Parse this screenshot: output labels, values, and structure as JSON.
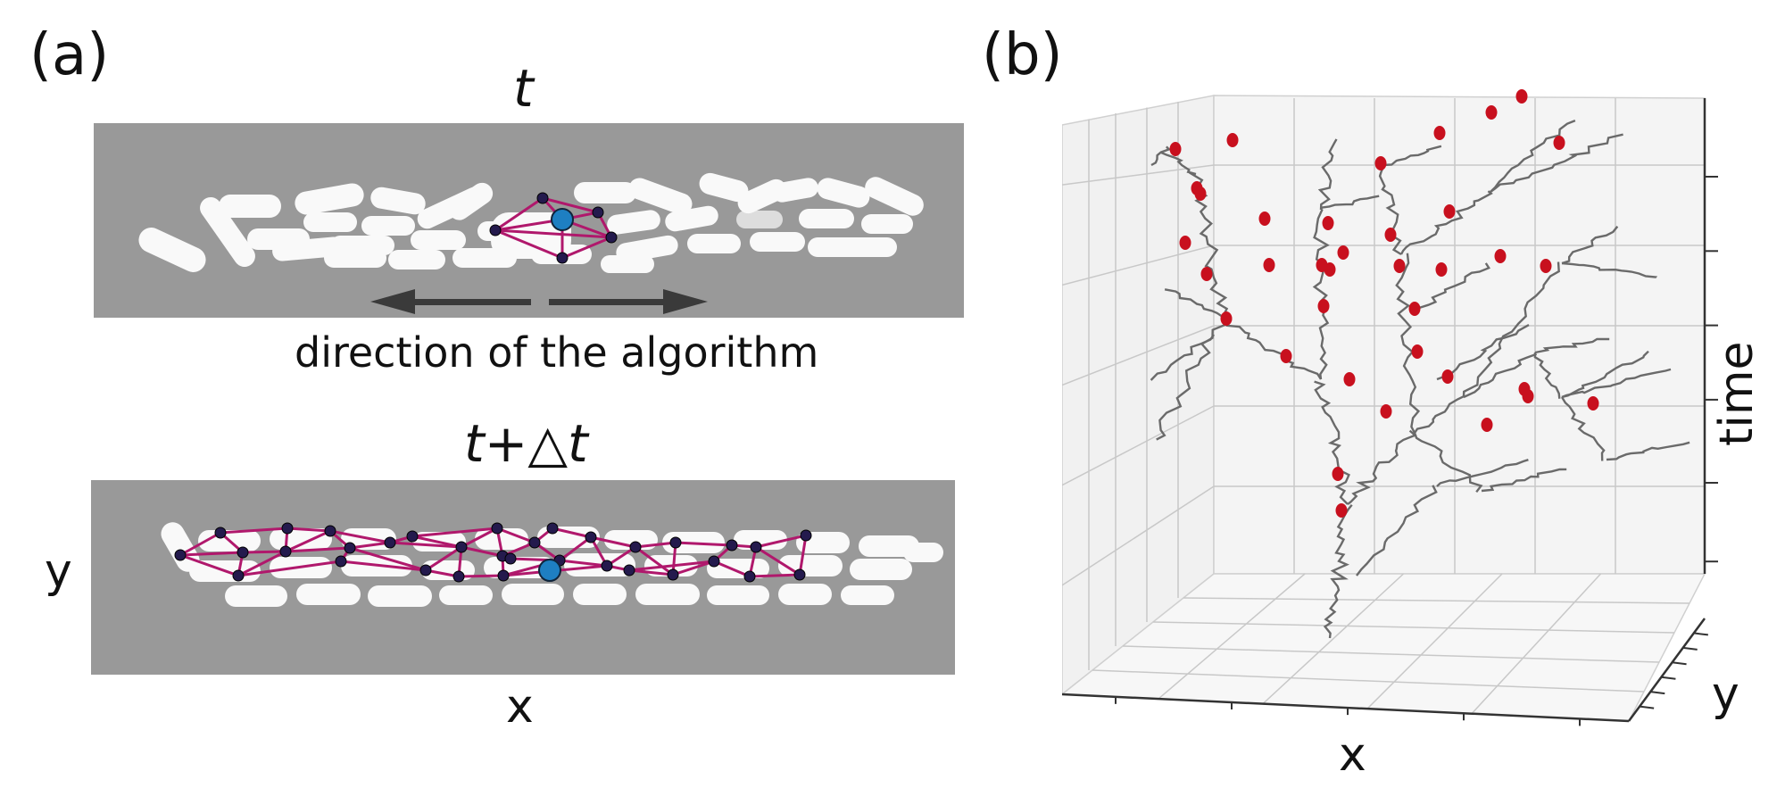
{
  "panel_a": {
    "label": "(a)",
    "time_label_top": "t",
    "time_label_bottom": "t+△t",
    "direction_caption": "direction of the algorithm",
    "x_axis_label": "x",
    "y_axis_label": "y"
  },
  "panel_b": {
    "label": "(b)",
    "x_axis_label": "x",
    "y_axis_label": "y",
    "z_axis_label": "time"
  },
  "colors": {
    "image_bg": "#999999",
    "cell": "#ffffff",
    "edge": "#b0186c",
    "node": "#241a4d",
    "highlight_node": "#1e7fc2",
    "arrow": "#3a3a3a",
    "trajectory": "#6a6a6a",
    "trajectory_marker": "#c8101e",
    "grid": "#cccccc",
    "pane": "#ececec"
  }
}
